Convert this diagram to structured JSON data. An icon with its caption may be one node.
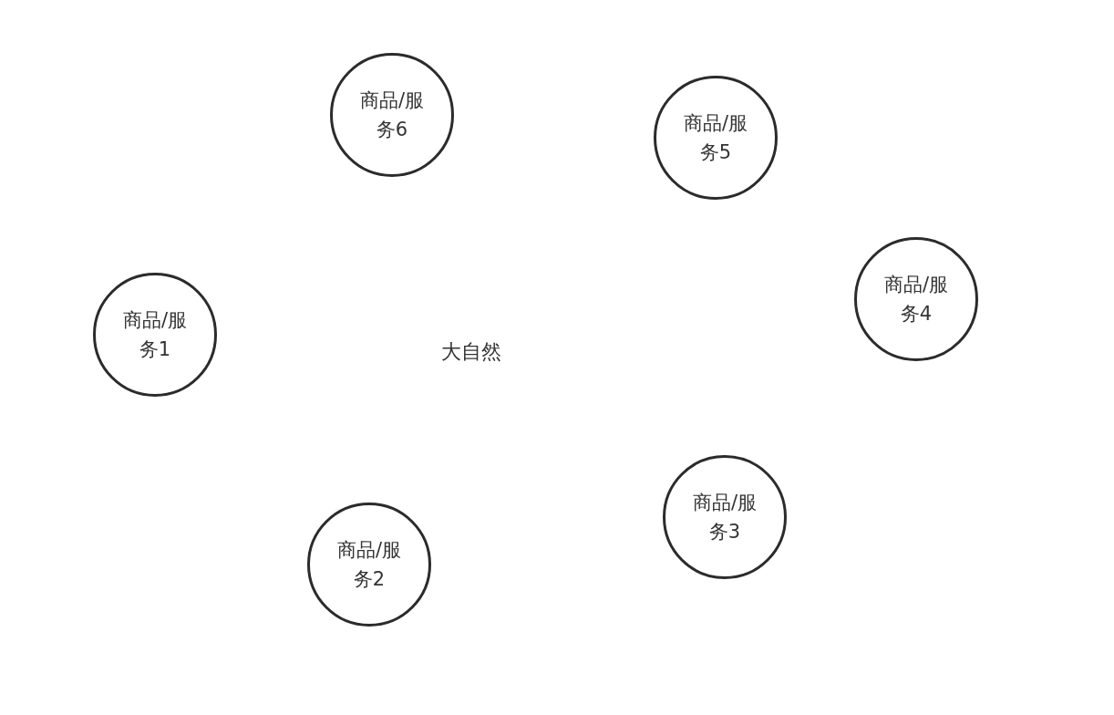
{
  "diagram": {
    "nodes": [
      {
        "text": [
          "商品/服务6"
        ]
      },
      {
        "text": [
          "商品/服务5"
        ]
      },
      {
        "text": [
          "商品/服务4"
        ]
      },
      {
        "text": [
          "商品/服务1"
        ]
      },
      {
        "text": [
          "商品/服务3"
        ]
      },
      {
        "text": [
          "商品/服务2"
        ]
      }
    ],
    "labels": [
      "大自然"
    ]
  }
}
